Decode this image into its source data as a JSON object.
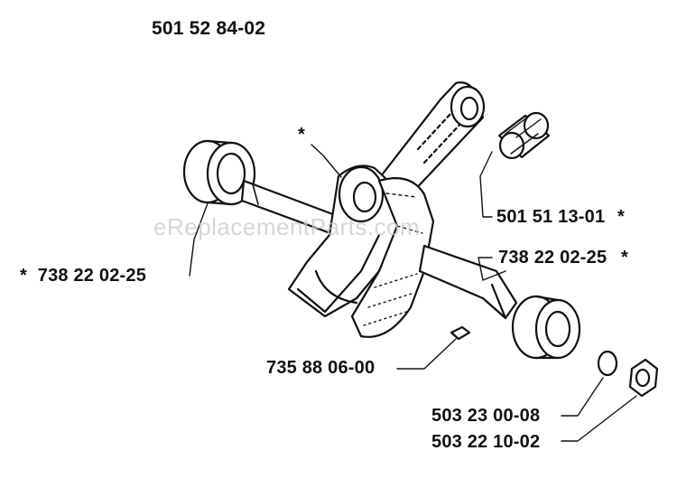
{
  "assembly_number": "501 52 84-02",
  "watermark": "eReplacementParts.com",
  "parts": [
    {
      "number": "501 51 13-01",
      "marker": "*"
    },
    {
      "number": "738 22 02-25",
      "marker": "*"
    },
    {
      "number": "738 22 02-25",
      "marker": "*"
    },
    {
      "number": "735 88 06-00",
      "marker": ""
    },
    {
      "number": "503 23 00-08",
      "marker": ""
    },
    {
      "number": "503 22 10-02",
      "marker": ""
    }
  ],
  "star_marker": "*"
}
